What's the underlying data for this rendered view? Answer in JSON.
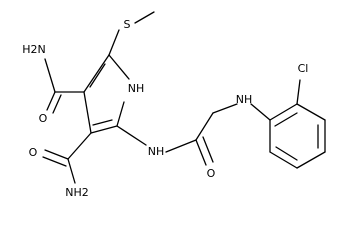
{
  "molecule": {
    "labels": {
      "amide_top_nh2": "H2N",
      "amide_top_o": "O",
      "amide_bottom_o": "O",
      "amide_bottom_nh2": "NH2",
      "methylthio_s": "S",
      "pyrrole_nh": "NH",
      "amide_nh": "NH",
      "linker_o": "O",
      "aniline_nh": "NH",
      "chloro": "Cl"
    }
  }
}
